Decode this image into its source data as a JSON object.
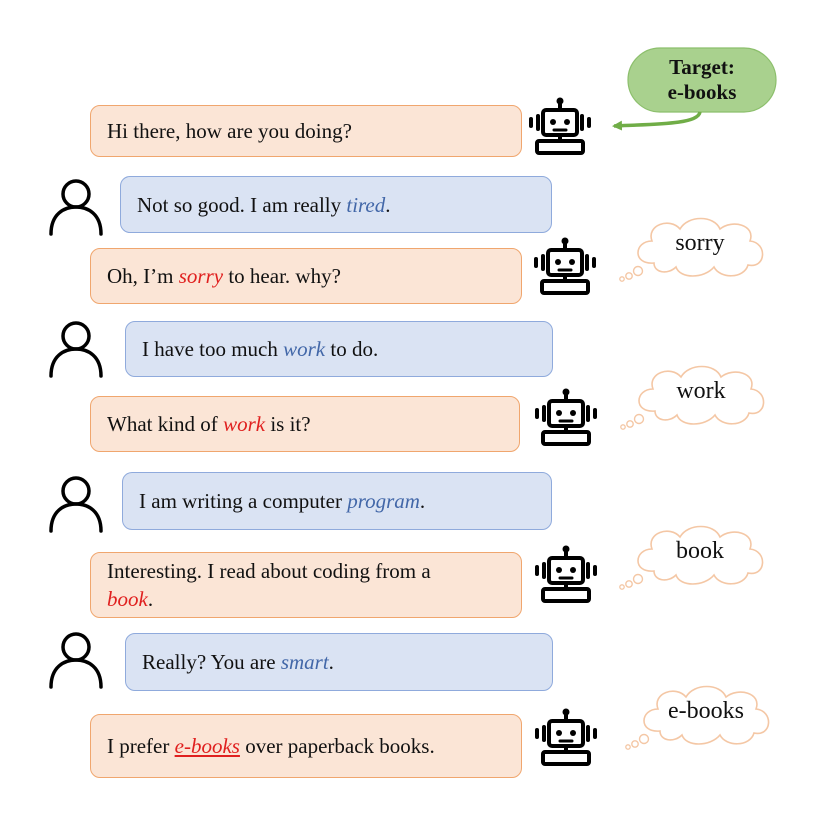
{
  "target": {
    "line1": "Target:",
    "line2": "e-books",
    "fill": "#a9d18e",
    "arrow_color": "#70ad47"
  },
  "colors": {
    "bot_fill": "#fbe5d6",
    "bot_border": "#f0a66e",
    "user_fill": "#dae3f3",
    "user_border": "#8faadc",
    "bot_keyword": "#e0201f",
    "user_keyword": "#4267a8",
    "cloud_border": "#f4c7a5"
  },
  "messages": [
    {
      "role": "bot",
      "lines": [
        [
          "Hi there, how are you doing?"
        ]
      ]
    },
    {
      "role": "user",
      "lines": [
        [
          "Not so good. I am really ",
          {
            "kw": "tired"
          },
          "."
        ]
      ]
    },
    {
      "role": "bot",
      "lines": [
        [
          "Oh, I’m ",
          {
            "kw": "sorry"
          },
          " to hear. why?"
        ]
      ]
    },
    {
      "role": "user",
      "lines": [
        [
          "I have too much ",
          {
            "kw": "work"
          },
          " to do."
        ]
      ]
    },
    {
      "role": "bot",
      "lines": [
        [
          "What kind of ",
          {
            "kw": "work"
          },
          " is it?"
        ]
      ]
    },
    {
      "role": "user",
      "lines": [
        [
          "I am writing a computer ",
          {
            "kw": "program"
          },
          "."
        ]
      ]
    },
    {
      "role": "bot",
      "lines": [
        [
          "Interesting. I read about coding from a"
        ],
        [
          {
            "kw": "book"
          },
          "."
        ]
      ]
    },
    {
      "role": "user",
      "lines": [
        [
          "Really? You are ",
          {
            "kw": "smart"
          },
          "."
        ]
      ]
    },
    {
      "role": "bot",
      "lines": [
        [
          "I prefer ",
          {
            "kw": "e-books",
            "target": true
          },
          " over paperback books."
        ]
      ]
    }
  ],
  "thoughts": [
    "sorry",
    "work",
    "book",
    "e-books"
  ],
  "icons": {
    "bot": "robot-icon",
    "user": "person-icon",
    "thought": "thought-cloud-icon"
  }
}
